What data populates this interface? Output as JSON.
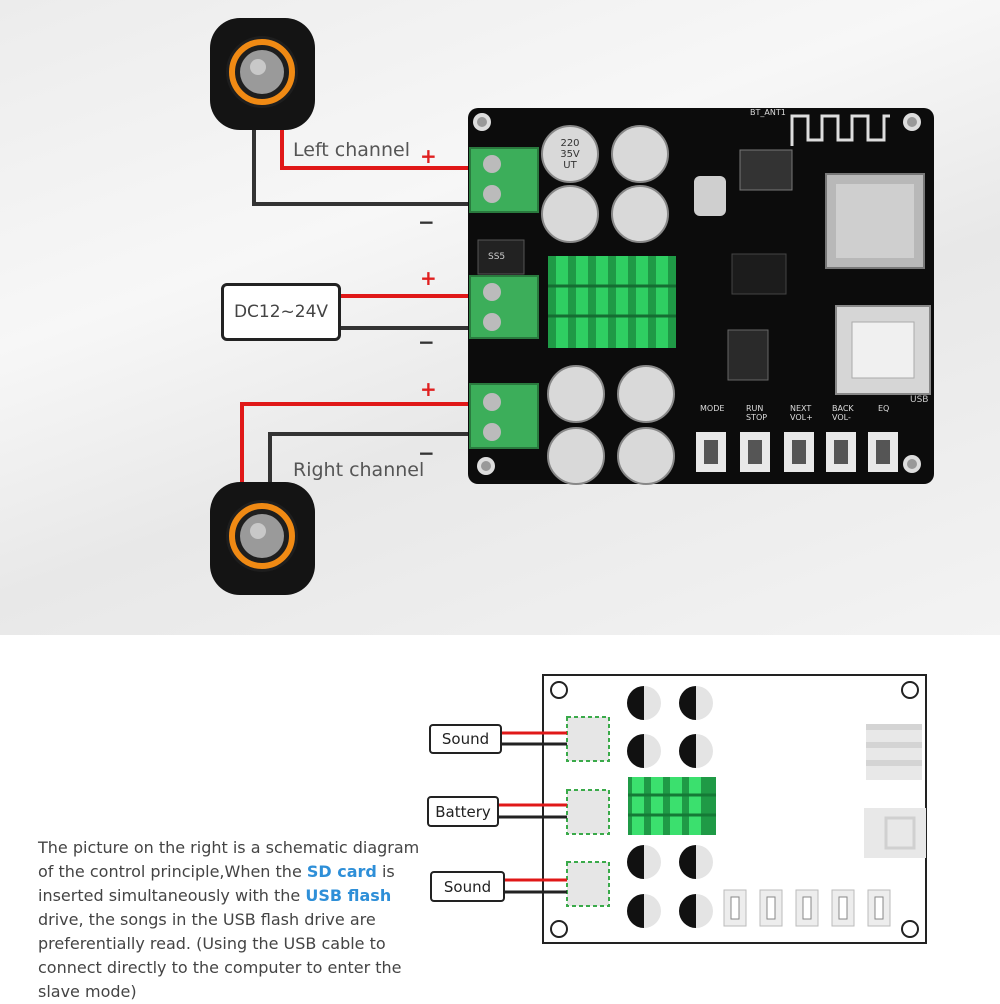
{
  "photo": {
    "left_channel_label": "Left channel",
    "right_channel_label": "Right channel",
    "power_label": "DC12~24V",
    "plus_sign": "+",
    "minus_sign": "−",
    "board": {
      "antenna_label": "BT_ANT1",
      "capacitor_value": "220",
      "capacitor_voltage": "35V",
      "capacitor_series": "UT",
      "diode_label": "SS5",
      "button_labels": [
        "MODE",
        "RUN STOP",
        "NEXT VOL+",
        "BACK VOL-",
        "EQ"
      ],
      "usb_label": "USB"
    }
  },
  "schematic": {
    "box_top": "Sound",
    "box_middle": "Battery",
    "box_bottom": "Sound"
  },
  "description": {
    "part1": "The picture on the right is a schematic diagram of the control principle,When the ",
    "sd_card": "SD card",
    "part2": " is inserted simultaneously with the ",
    "usb_flash": "USB flash",
    "part3": " drive, the songs in the USB flash drive are preferentially read.  (Using the USB cable to connect directly to the computer to enter the slave mode)"
  },
  "colors": {
    "wire_red": "#e01818",
    "wire_black": "#333333",
    "terminal_green": "#3cae5a",
    "heatsink_green": "#22c35a",
    "highlight_blue": "#2e8fd8"
  }
}
